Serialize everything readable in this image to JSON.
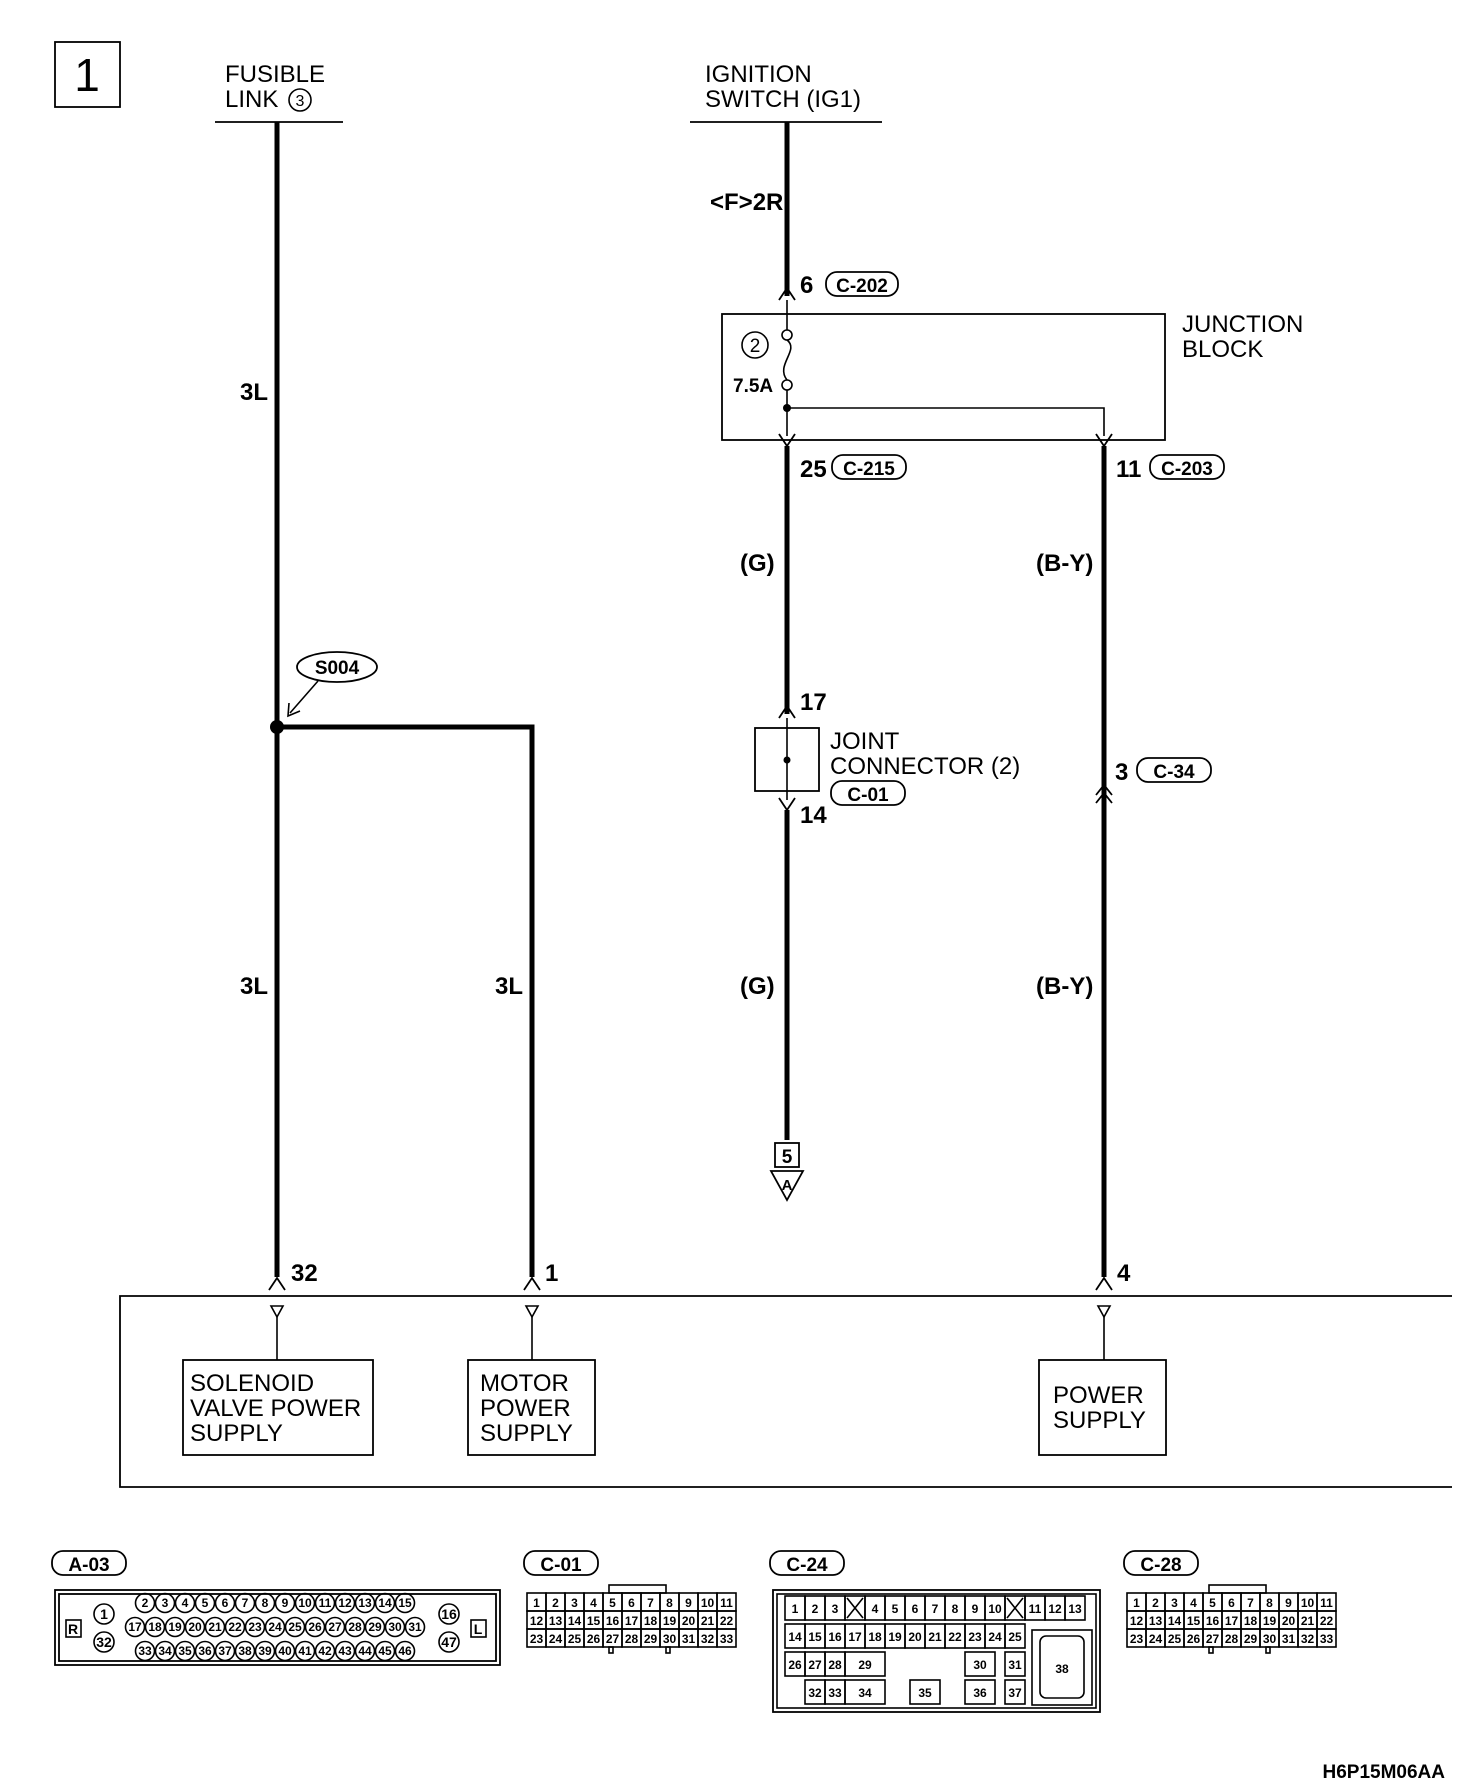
{
  "page_number": "1",
  "figure_code": "H6P15M06AA",
  "fusible_link": {
    "line1": "FUSIBLE",
    "line2": "LINK",
    "number": "3"
  },
  "ignition_switch": {
    "line1": "IGNITION",
    "line2": "SWITCH (IG1)"
  },
  "wire_labels": {
    "fusible_top": "3L",
    "fusible_bottom": "3L",
    "motor_branch": "3L",
    "ignition_top": "<F>2R",
    "g_upper": "(G)",
    "g_lower": "(G)",
    "by_upper": "(B-Y)",
    "by_lower": "(B-Y)"
  },
  "splice": "S004",
  "junction_block": {
    "line1": "JUNCTION",
    "line2": "BLOCK",
    "fuse_number": "2",
    "fuse_rating": "7.5A",
    "in_pin": "6",
    "in_connector": "C-202",
    "out_pin_g": "25",
    "out_connector_g": "C-215",
    "out_pin_by": "11",
    "out_connector_by": "C-203"
  },
  "joint_connector": {
    "line1": "JOINT",
    "line2": "CONNECTOR (2)",
    "connector": "C-01",
    "pin_in": "17",
    "pin_out": "14"
  },
  "by_connector": {
    "pin": "3",
    "connector": "C-34"
  },
  "off_page": {
    "page": "5",
    "ref": "A"
  },
  "module": {
    "pins": {
      "solenoid": "32",
      "motor": "1",
      "power": "4"
    },
    "blocks": {
      "solenoid": [
        "SOLENOID",
        "VALVE POWER",
        "SUPPLY"
      ],
      "motor": [
        "MOTOR",
        "POWER",
        "SUPPLY"
      ],
      "power": [
        "POWER",
        "SUPPLY"
      ]
    }
  },
  "connector_views": {
    "a03": {
      "label": "A-03",
      "side_left": "R",
      "side_right": "L",
      "left_top": "1",
      "left_bottom": "32",
      "right_top": "16",
      "right_bottom": "47",
      "row1": [
        "2",
        "3",
        "4",
        "5",
        "6",
        "7",
        "8",
        "9",
        "10",
        "11",
        "12",
        "13",
        "14",
        "15"
      ],
      "row2": [
        "17",
        "18",
        "19",
        "20",
        "21",
        "22",
        "23",
        "24",
        "25",
        "26",
        "27",
        "28",
        "29",
        "30",
        "31"
      ],
      "row3": [
        "33",
        "34",
        "35",
        "36",
        "37",
        "38",
        "39",
        "40",
        "41",
        "42",
        "43",
        "44",
        "45",
        "46"
      ]
    },
    "c01": {
      "label": "C-01",
      "row1": [
        "1",
        "2",
        "3",
        "4",
        "5",
        "6",
        "7",
        "8",
        "9",
        "10",
        "11"
      ],
      "row2": [
        "12",
        "13",
        "14",
        "15",
        "16",
        "17",
        "18",
        "19",
        "20",
        "21",
        "22"
      ],
      "row3": [
        "23",
        "24",
        "25",
        "26",
        "27",
        "28",
        "29",
        "30",
        "31",
        "32",
        "33"
      ]
    },
    "c24": {
      "label": "C-24",
      "row1": [
        "1",
        "2",
        "3",
        "",
        "4",
        "5",
        "6",
        "7",
        "8",
        "9",
        "10",
        "",
        "11",
        "12",
        "13"
      ],
      "row2": [
        "14",
        "15",
        "16",
        "17",
        "18",
        "19",
        "20",
        "21",
        "22",
        "23",
        "24",
        "25"
      ],
      "row3": [
        "26",
        "27",
        "28",
        "29",
        "30",
        "31"
      ],
      "row4": [
        "32",
        "33",
        "34",
        "35",
        "36",
        "37"
      ],
      "big": "38"
    },
    "c28": {
      "label": "C-28",
      "row1": [
        "1",
        "2",
        "3",
        "4",
        "5",
        "6",
        "7",
        "8",
        "9",
        "10",
        "11"
      ],
      "row2": [
        "12",
        "13",
        "14",
        "15",
        "16",
        "17",
        "18",
        "19",
        "20",
        "21",
        "22"
      ],
      "row3": [
        "23",
        "24",
        "25",
        "26",
        "27",
        "28",
        "29",
        "30",
        "31",
        "32",
        "33"
      ]
    }
  }
}
